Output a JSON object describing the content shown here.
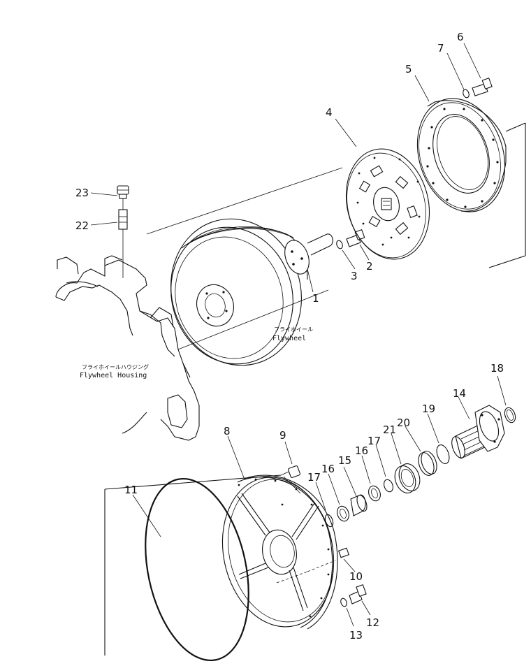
{
  "part_numbers": {
    "p1": "1",
    "p2": "2",
    "p3": "3",
    "p4": "4",
    "p5": "5",
    "p6": "6",
    "p7": "7",
    "p8": "8",
    "p9": "9",
    "p10": "10",
    "p11": "11",
    "p12": "12",
    "p13": "13",
    "p14": "14",
    "p15": "15",
    "p16a": "16",
    "p16b": "16",
    "p17a": "17",
    "p17b": "17",
    "p18": "18",
    "p19": "19",
    "p20": "20",
    "p21": "21",
    "p22": "22",
    "p23": "23"
  },
  "labels": {
    "flywheel_jp": "フライホイール",
    "flywheel_en": "Flywheel",
    "housing_jp": "フライホイールハウジング",
    "housing_en": "Flywheel  Housing"
  }
}
